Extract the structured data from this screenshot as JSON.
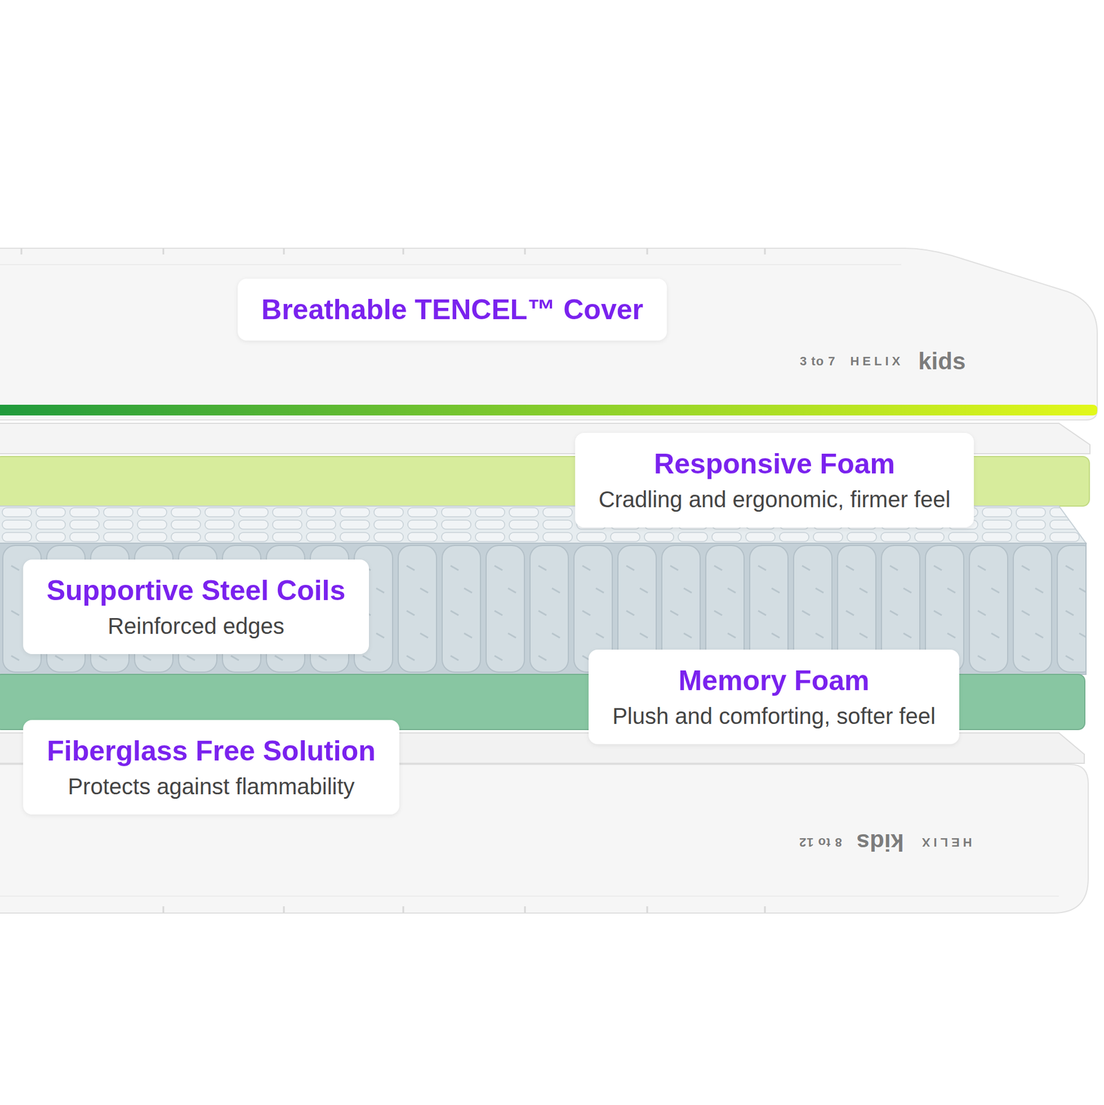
{
  "diagram": {
    "nodes": [
      {
        "text": [
          "Breathable TENCEL™ Cover"
        ]
      },
      {
        "text": [
          "Responsive Foam",
          "Cradling and ergonomic, firmer feel"
        ]
      },
      {
        "text": [
          "Supportive Steel Coils",
          "Reinforced edges"
        ]
      },
      {
        "text": [
          "Memory Foam",
          "Plush and comforting, softer feel"
        ]
      },
      {
        "text": [
          "Fiberglass Free Solution",
          "Protects against flammability"
        ]
      }
    ],
    "labels": [
      "3 to 7",
      "HELIX",
      "kids",
      "HELIX",
      "kids",
      "8 to 12"
    ]
  }
}
